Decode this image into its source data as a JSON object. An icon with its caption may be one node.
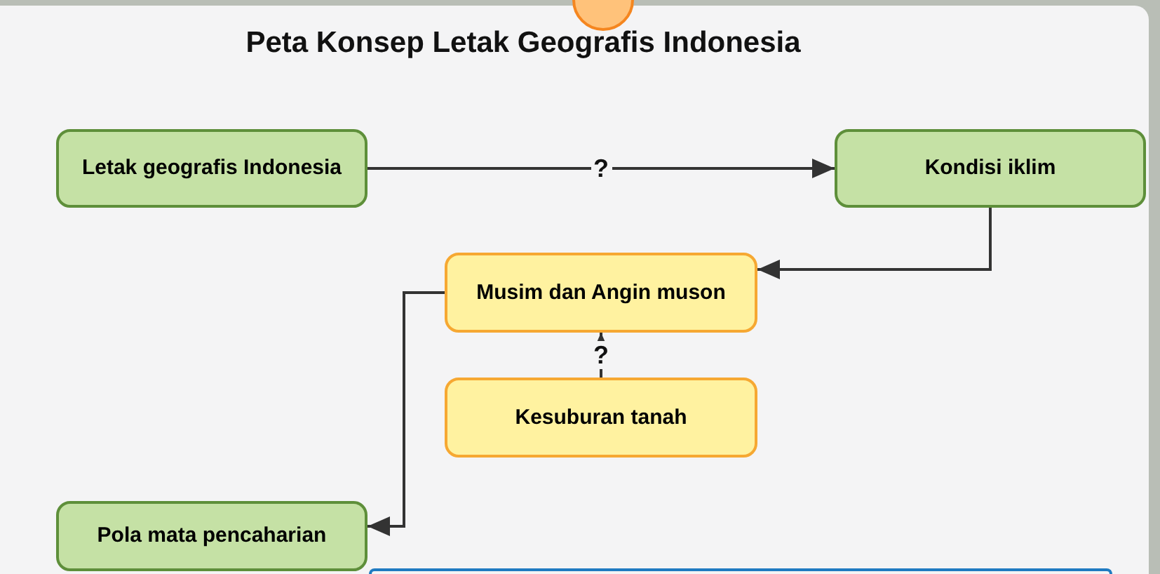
{
  "diagram": {
    "title": "Peta Konsep Letak Geografis Indonesia",
    "nodes": [
      {
        "text": [
          "Letak geografis Indonesia"
        ]
      },
      {
        "text": [
          "Kondisi iklim"
        ]
      },
      {
        "text": [
          "Musim dan Angin muson"
        ]
      },
      {
        "text": [
          "Kesuburan tanah"
        ]
      },
      {
        "text": [
          "Pola mata pencaharian"
        ]
      }
    ],
    "edges": [
      {
        "from": 0,
        "to": 1,
        "arrow": "to",
        "label": "?"
      },
      {
        "from": 1,
        "to": 2,
        "arrow": "to"
      },
      {
        "from": 3,
        "to": 2,
        "arrow": "to",
        "label": "?"
      },
      {
        "from": 2,
        "to": 4,
        "arrow": "to"
      }
    ]
  }
}
